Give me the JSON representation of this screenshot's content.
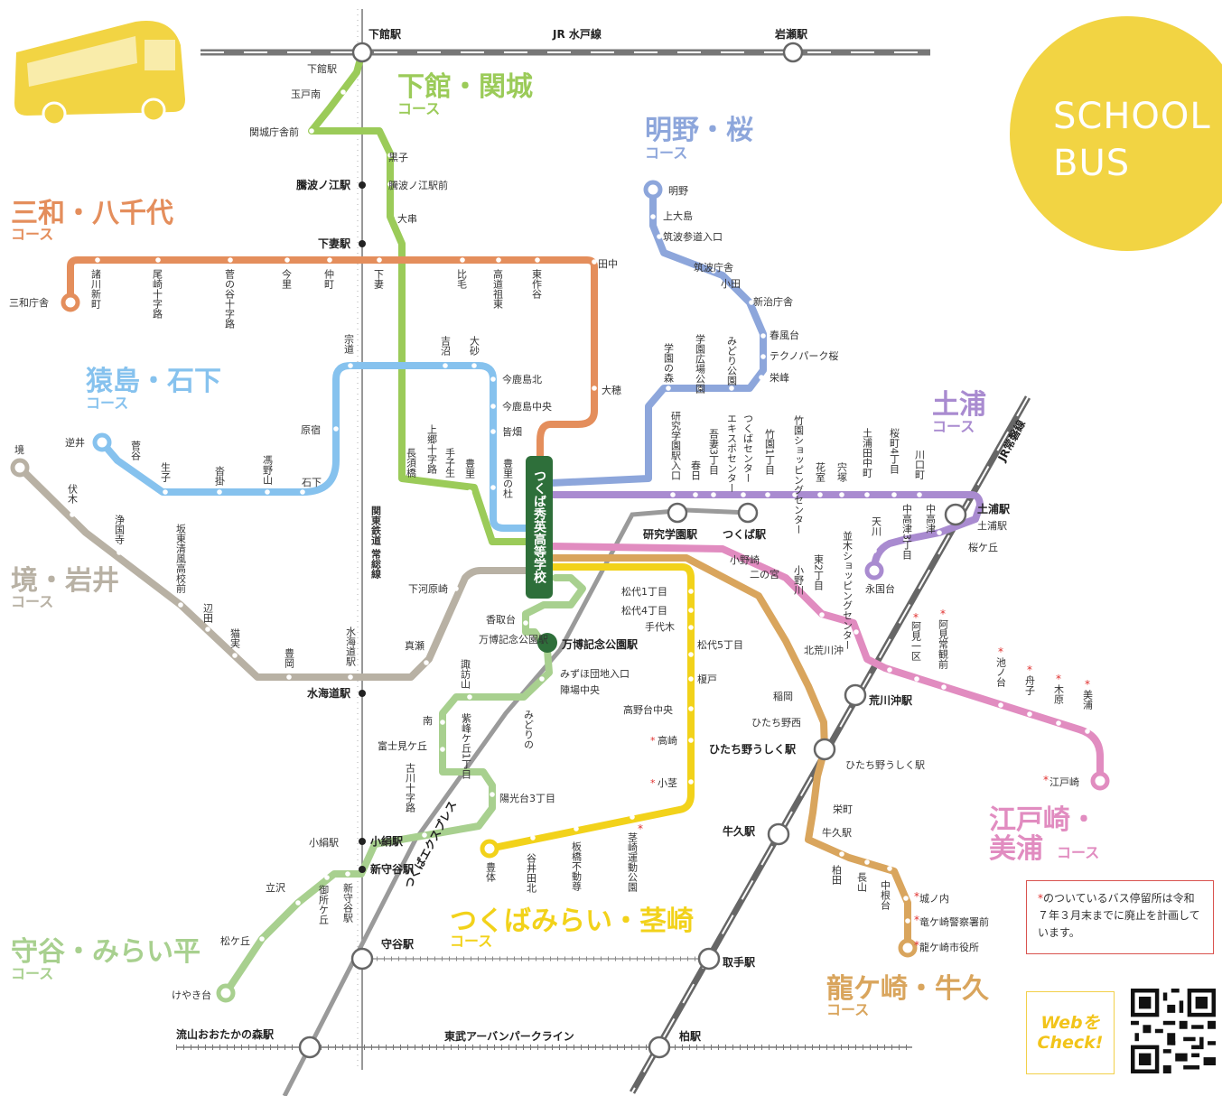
{
  "badge": {
    "line1": "SCHOOL",
    "line2": "BUS"
  },
  "school": "つくば秀英高等学校",
  "courses": {
    "shimodate": {
      "name": "下館・関城",
      "sub": "コース",
      "color": "#9bcb59"
    },
    "akeno": {
      "name": "明野・桜",
      "sub": "コース",
      "color": "#8da6db"
    },
    "sanwa": {
      "name": "三和・八千代",
      "sub": "コース",
      "color": "#e48e5c"
    },
    "sashima": {
      "name": "猿島・石下",
      "sub": "コース",
      "color": "#86c2ee"
    },
    "tsuchiura": {
      "name": "土浦",
      "sub": "コース",
      "color": "#a98bd0"
    },
    "sakai": {
      "name": "境・岩井",
      "sub": "コース",
      "color": "#b8b1a4"
    },
    "edosaki": {
      "name": "江戸崎・",
      "name2": "美浦",
      "sub": "コース",
      "color": "#e18cc0"
    },
    "moriya": {
      "name": "守谷・みらい平",
      "sub": "コース",
      "color": "#a8d08f"
    },
    "miraidaira": {
      "name": "つくばみらい・茎崎",
      "sub": "コース",
      "color": "#f2d21a"
    },
    "ryugasaki": {
      "name": "龍ケ崎・牛久",
      "sub": "コース",
      "color": "#d9a55d"
    }
  },
  "lines": {
    "mito": "JR 水戸線",
    "joban": "JR常磐線",
    "tx": "つくばエクスプレス",
    "kanto": "関東鉄道 常総線",
    "tobu": "東武アーバンパークライン"
  },
  "stations": {
    "shimodate": "下館駅",
    "iwase": "岩瀬駅",
    "shimotsuma": "下妻駅",
    "kuroko_eki": "騰波ノ江駅",
    "mitsukaido": "水海道駅",
    "kogane": "小絹駅",
    "shinmoriya": "新守谷駅",
    "moriya": "守谷駅",
    "nagareyama": "流山おおたかの森駅",
    "kashiwa": "柏駅",
    "toride": "取手駅",
    "ushiku": "牛久駅",
    "hitachinoushiku": "ひたち野うしく駅",
    "arakawaoki": "荒川沖駅",
    "tsuchiura": "土浦駅",
    "kenkyu": "研究学園駅",
    "tsukuba": "つくば駅",
    "banpaku": "万博記念公園駅"
  },
  "stops": {
    "shimodate": [
      "下館駅",
      "玉戸南",
      "関城庁舎前",
      "黒子",
      "騰波ノ江駅前",
      "大串"
    ],
    "akeno": [
      "明野",
      "上大島",
      "筑波参道入口",
      "筑波庁舎",
      "小田",
      "新治庁舎",
      "春風台",
      "テクノパーク桜",
      "栄峰"
    ],
    "akeno_v": [
      "学園の森",
      "学園広場公園",
      "みどり公園",
      "研究学園駅入口",
      "春日",
      "吾妻3丁目",
      "つくばセンター",
      "エキスポセンター",
      "竹園1丁目",
      "竹園ショッピングセンター"
    ],
    "sanwa": [
      "三和庁舎",
      "田中",
      "大穂"
    ],
    "sanwa_v": [
      "諸川新町",
      "尾崎十字路",
      "菅の谷十字路",
      "今里",
      "仲町",
      "下妻",
      "比毛",
      "高道祖東",
      "東作谷"
    ],
    "sashima": [
      "逆井",
      "石下",
      "原宿",
      "今鹿島北",
      "今鹿島中央",
      "皆畑"
    ],
    "sashima_v": [
      "菅谷",
      "生子",
      "沓掛",
      "馮野山",
      "宗道",
      "吉沼",
      "大砂",
      "上郷十字路",
      "手子生",
      "豊里",
      "長須橋",
      "豊里の杜"
    ],
    "tsuchiura_v": [
      "花室",
      "宍塚",
      "土浦田中町",
      "桜町4丁目",
      "川口町",
      "中高津",
      "中高津3丁目",
      "天川"
    ],
    "tsuchiura": [
      "土浦駅",
      "桜ケ丘",
      "永国台",
      "並木ショッピングセンター"
    ],
    "sakai": [
      "境",
      "下河原崎",
      "真瀬"
    ],
    "sakai_v": [
      "伏木",
      "浄国寺",
      "坂東清風高校前",
      "辺田",
      "猫実",
      "豊岡",
      "水海道駅"
    ],
    "edosaki": [
      "小野崎",
      "二の宮",
      "北荒川沖",
      "江戸崎"
    ],
    "edosaki_v": [
      "小野川",
      "東2丁目",
      "阿見一区",
      "阿見常観前",
      "池ノ台",
      "舟子",
      "木原",
      "美浦"
    ],
    "moriya": [
      "小絹駅",
      "立沢",
      "松ケ丘",
      "けやき台"
    ],
    "moriya_v": [
      "御所ケ丘",
      "新守谷駅",
      "富士見ケ丘",
      "古川十字路",
      "南",
      "紫峰ケ丘1丁目"
    ],
    "mirai": [
      "香取台",
      "万博記念公園駅",
      "みずほ団地入口",
      "陣場中央",
      "陽光台3丁目",
      "松代1丁目",
      "松代4丁目",
      "手代木",
      "松代5丁目",
      "榎戸",
      "高野台中央",
      "高崎",
      "小茎"
    ],
    "mirai_v": [
      "諏訪山",
      "みどりの",
      "豊体",
      "谷井田北",
      "板橋不動尊",
      "茎崎運動公園"
    ],
    "ryugasaki": [
      "稲岡",
      "ひたち野西",
      "栄町",
      "牛久駅",
      "柏田",
      "長山",
      "中根台",
      "城ノ内",
      "竜ケ崎警察署前",
      "龍ケ崎市役所"
    ]
  },
  "note": {
    "star": "*",
    "text": "のついているバス停留所は令和７年３月末までに廃止を計画しています。"
  },
  "web": {
    "line1": "Webを",
    "line2": "Check!"
  }
}
